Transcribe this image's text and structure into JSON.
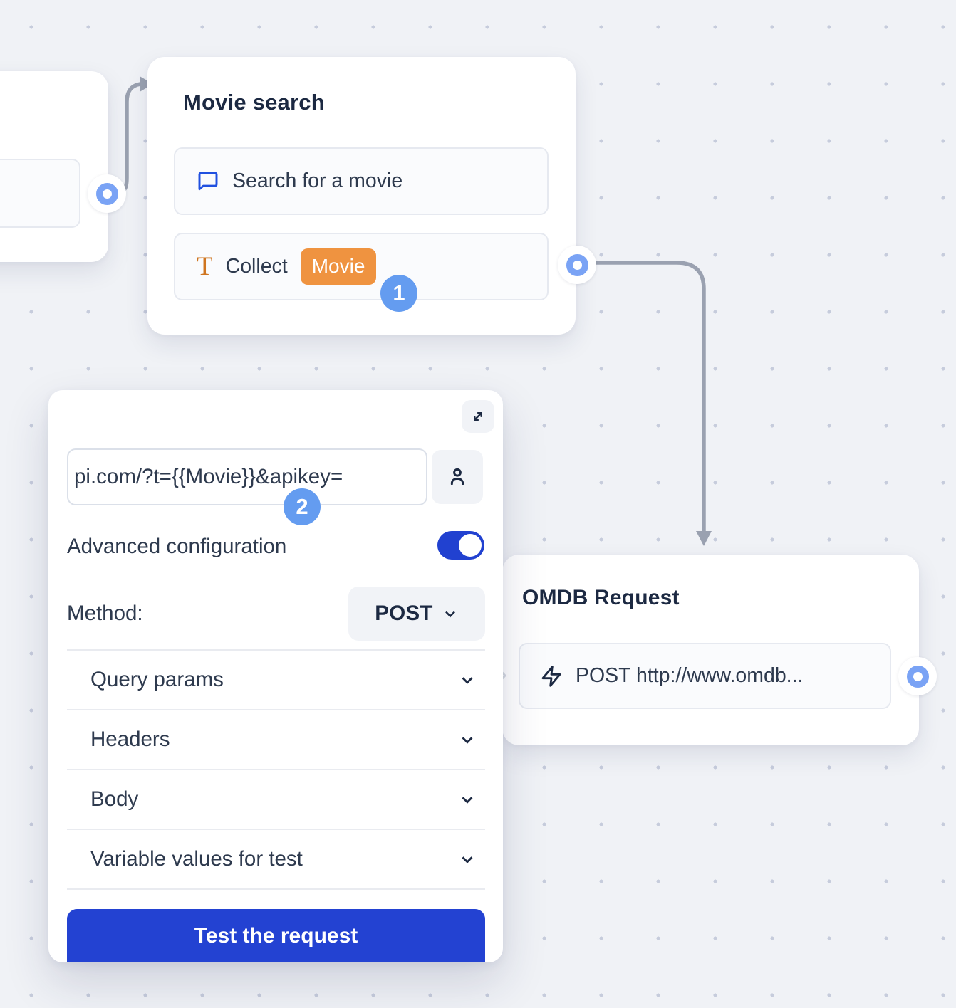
{
  "colors": {
    "background": "#f0f2f6",
    "dot_grid": "#c6ccdc",
    "accent_blue": "#2342d2",
    "step_badge_blue": "#649cf0",
    "port_blue": "#7aa3f5",
    "variable_orange": "#ef9340",
    "wire_gray": "#9aa1b0",
    "title_text": "#1c2942",
    "body_text": "#2e3a4e"
  },
  "nodes": {
    "movie_search": {
      "title": "Movie search",
      "items": [
        {
          "icon": "chat-bubble-icon",
          "label": "Search for a movie"
        },
        {
          "icon": "text-input-icon",
          "label": "Collect",
          "variable": "Movie"
        }
      ],
      "step_badge": "1"
    },
    "omdb_request": {
      "title": "OMDB Request",
      "items": [
        {
          "icon": "zap-icon",
          "label": "POST http://www.omdb..."
        }
      ]
    }
  },
  "panel": {
    "expand_icon": "expand-icon",
    "url_value": "pi.com/?t={{Movie}}&apikey=",
    "user_icon": "user-icon",
    "step_badge": "2",
    "advanced_label": "Advanced configuration",
    "advanced_on": true,
    "method_label": "Method:",
    "method_value": "POST",
    "sections": [
      "Query params",
      "Headers",
      "Body",
      "Variable values for test"
    ],
    "test_button_label": "Test the request"
  }
}
